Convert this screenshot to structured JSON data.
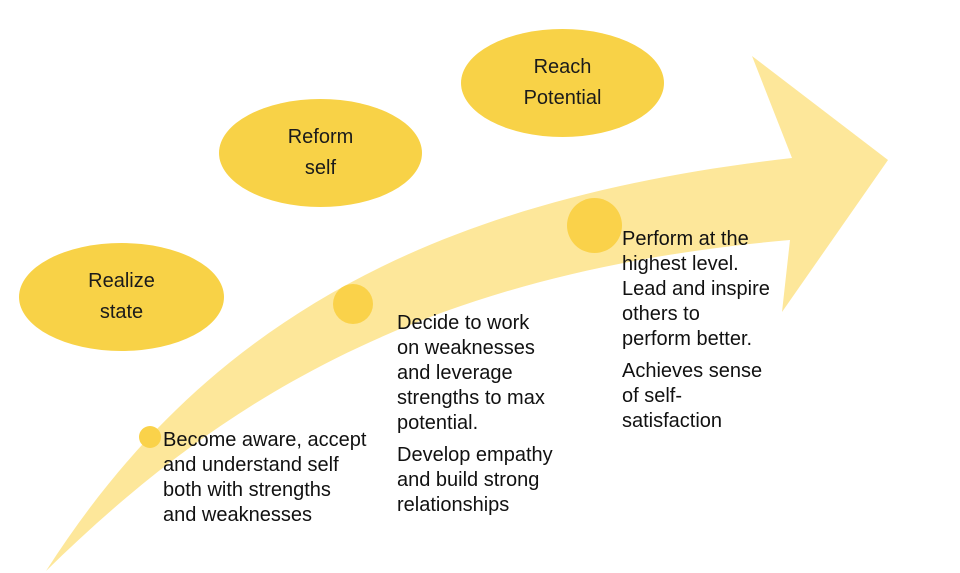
{
  "diagram": {
    "colors": {
      "arrow": "#fde79a",
      "ellipse": "#f8d247",
      "dot": "#fad24a"
    },
    "stages": [
      {
        "label": "Realize\nstate",
        "description": [
          "Become aware, accept\nand understand self\nboth with strengths\nand weaknesses"
        ]
      },
      {
        "label": "Reform\nself",
        "description": [
          "Decide to work\non weaknesses\nand leverage\nstrengths to max\npotential.",
          "Develop empathy\nand build strong\nrelationships"
        ]
      },
      {
        "label": "Reach\nPotential",
        "description": [
          "Perform at the\nhighest level.\nLead and inspire\nothers to\nperform better.",
          "Achieves sense\nof self-\nsatisfaction"
        ]
      }
    ]
  }
}
